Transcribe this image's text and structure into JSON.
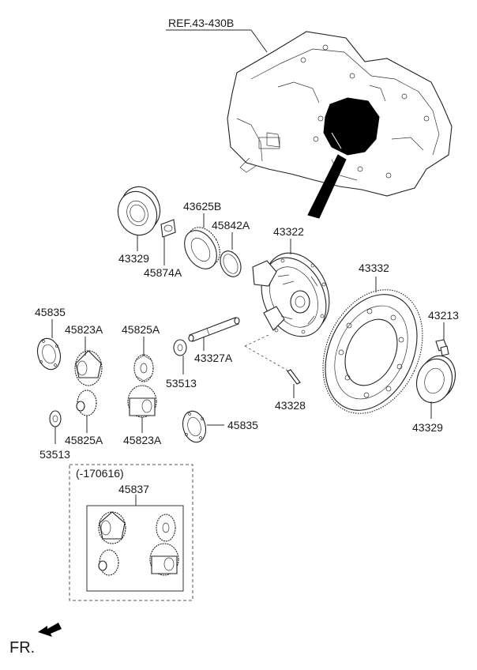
{
  "reference": {
    "label": "REF.43-430B"
  },
  "labels": [
    {
      "id": "43329-left",
      "text": "43329"
    },
    {
      "id": "43625B",
      "text": "43625B"
    },
    {
      "id": "45842A",
      "text": "45842A"
    },
    {
      "id": "45874A",
      "text": "45874A"
    },
    {
      "id": "43322",
      "text": "43322"
    },
    {
      "id": "43332",
      "text": "43332"
    },
    {
      "id": "43213",
      "text": "43213"
    },
    {
      "id": "45835-top",
      "text": "45835"
    },
    {
      "id": "45823A-top",
      "text": "45823A"
    },
    {
      "id": "45825A-top",
      "text": "45825A"
    },
    {
      "id": "43327A",
      "text": "43327A"
    },
    {
      "id": "53513-mid",
      "text": "53513"
    },
    {
      "id": "43328",
      "text": "43328"
    },
    {
      "id": "43329-right",
      "text": "43329"
    },
    {
      "id": "45825A-bottom",
      "text": "45825A"
    },
    {
      "id": "45823A-bottom",
      "text": "45823A"
    },
    {
      "id": "45835-bottom",
      "text": "45835"
    },
    {
      "id": "53513-bottom",
      "text": "53513"
    }
  ],
  "kit": {
    "period": "(-170616)",
    "part_no": "45837"
  },
  "direction": {
    "label": "FR."
  }
}
